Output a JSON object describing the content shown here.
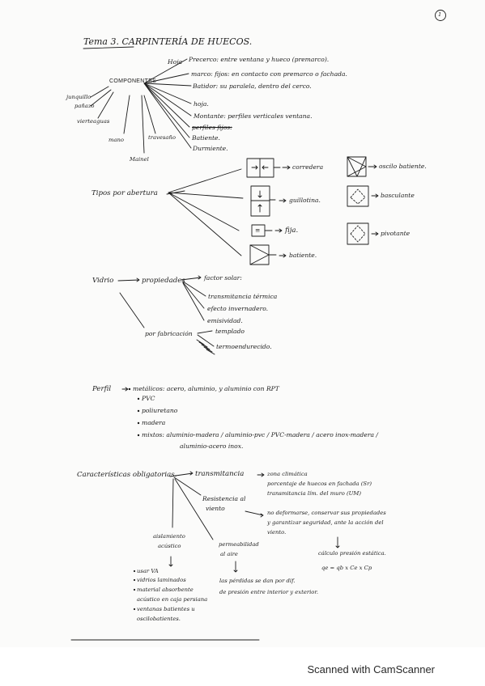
{
  "page_number": "1",
  "title": "Tema 3.  CARPINTERÍA DE HUECOS.",
  "componentes": {
    "center": "COMPONENTES",
    "hoja_label": "Hoja",
    "right_items": [
      "Precerco: entre ventana y hueco (premarco).",
      "marco: fijos: en contacto con premarco o fachada.",
      "Batidor: su paralela, dentro del cerco.",
      "hoja.",
      "Montante: perfiles verticales ventana.",
      "perfiles fijos:",
      "Batiente.",
      "Durmiente."
    ],
    "left_items": [
      "junquillo",
      "pañazo",
      "vierteaguas"
    ],
    "bottom_items": [
      "mano",
      "travesaño",
      "Mainel"
    ]
  },
  "tipos": {
    "label": "Tipos por abertura",
    "left_types": [
      "corredera",
      "guillotina.",
      "fija.",
      "batiente."
    ],
    "right_types": [
      "oscilo batiente.",
      "basculante",
      "pivotante"
    ],
    "fixed_symbol": "≡"
  },
  "vidrio": {
    "label": "Vidrio",
    "propiedades": "propiedades",
    "prop_items": [
      "factor solar:",
      "transmitancia térmica",
      "efecto invernadero.",
      "emisividad."
    ],
    "fabricacion": "por fabricación",
    "fab_items": [
      "templado",
      "termoendurecido."
    ]
  },
  "perfil": {
    "label": "Perfil",
    "items": [
      "metálicos: acero, aluminio, y aluminio con RPT",
      "PVC",
      "poliuretano",
      "madera",
      "mixtos: aluminio-madera / aluminio-pvc / PVC-madera / acero inox-madera /",
      "aluminio-acero inox."
    ]
  },
  "caracteristicas": {
    "label": "Características obligatorias.",
    "transmitancia": "transmitancia",
    "trans_notes": [
      "zona climática",
      "porcentaje de huecos en fachada (Sr)",
      "transmitancia lím. del muro (UM)"
    ],
    "resistencia": [
      "Resistencia al",
      "viento"
    ],
    "res_notes": [
      "no deformarse, conservar sus propiedades",
      "y garantizar seguridad, ante la acción del",
      "viento."
    ],
    "calc": [
      "cálculo presión estática.",
      "qe = qb x Ce x Cp"
    ],
    "aislamiento": [
      "aislamiento",
      "acústico"
    ],
    "aisl_items": [
      "usar VA",
      "vidrios laminados",
      "material absorbente",
      "acústico en caja persiana",
      "ventanas batientes u",
      "oscilobatientes."
    ],
    "permeabilidad": [
      "permeabilidad",
      "al aire"
    ],
    "perm_notes": [
      "las pérdidas se dan por dif.",
      "de presión entre interior y exterior."
    ]
  },
  "footer": "Scanned with CamScanner"
}
